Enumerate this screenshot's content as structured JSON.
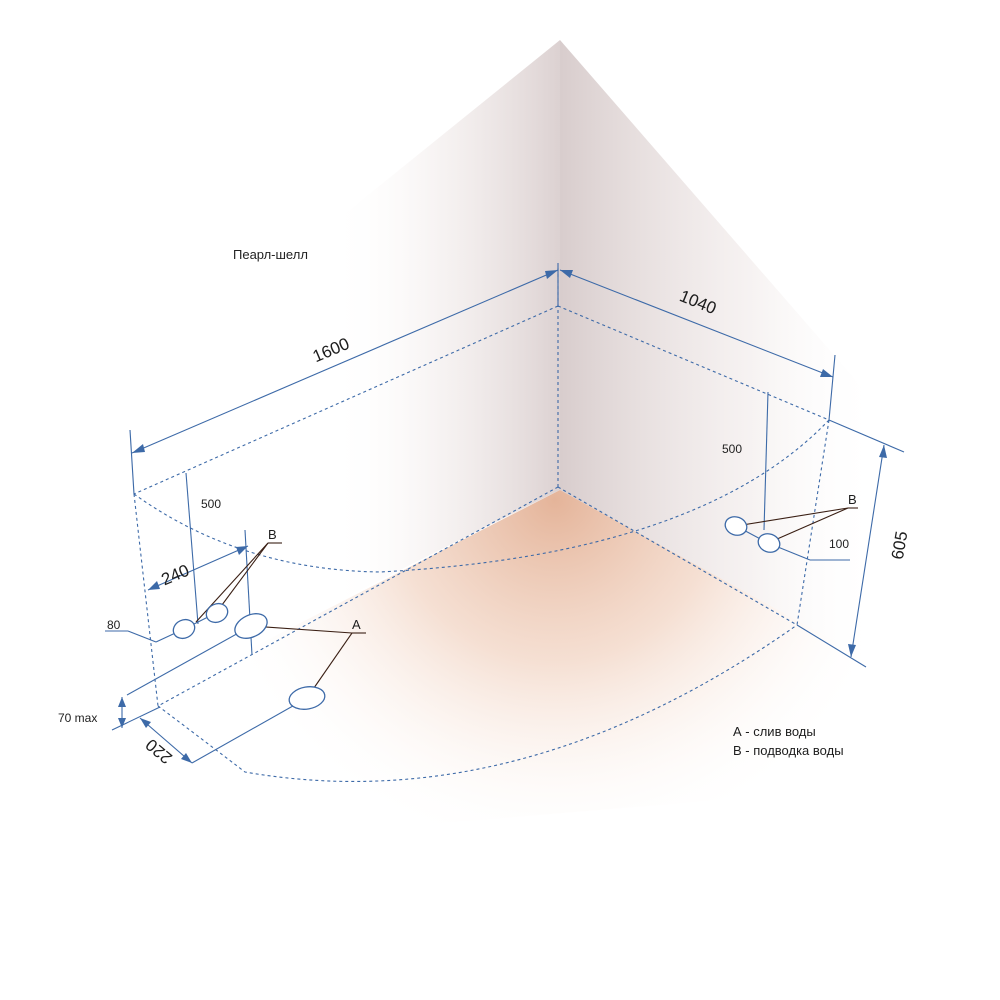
{
  "title": "Пеарл-шелл",
  "dimensions": {
    "length": "1600",
    "width": "1040",
    "height": "605",
    "left_offset": "240",
    "left_height": "500",
    "right_height": "500",
    "left_small": "80",
    "right_small": "100",
    "max_height": "70 max",
    "depth": "220"
  },
  "labels": {
    "drain": "А",
    "supply_left": "В",
    "supply_right": "В"
  },
  "legend": {
    "drain": "А - слив воды",
    "supply": "В - подводка воды"
  },
  "colors": {
    "line": "#3d6aa8",
    "leader": "#3a1f14",
    "floor_glow": "#e8b89c",
    "wall_shadow": "#d9cfcf"
  }
}
